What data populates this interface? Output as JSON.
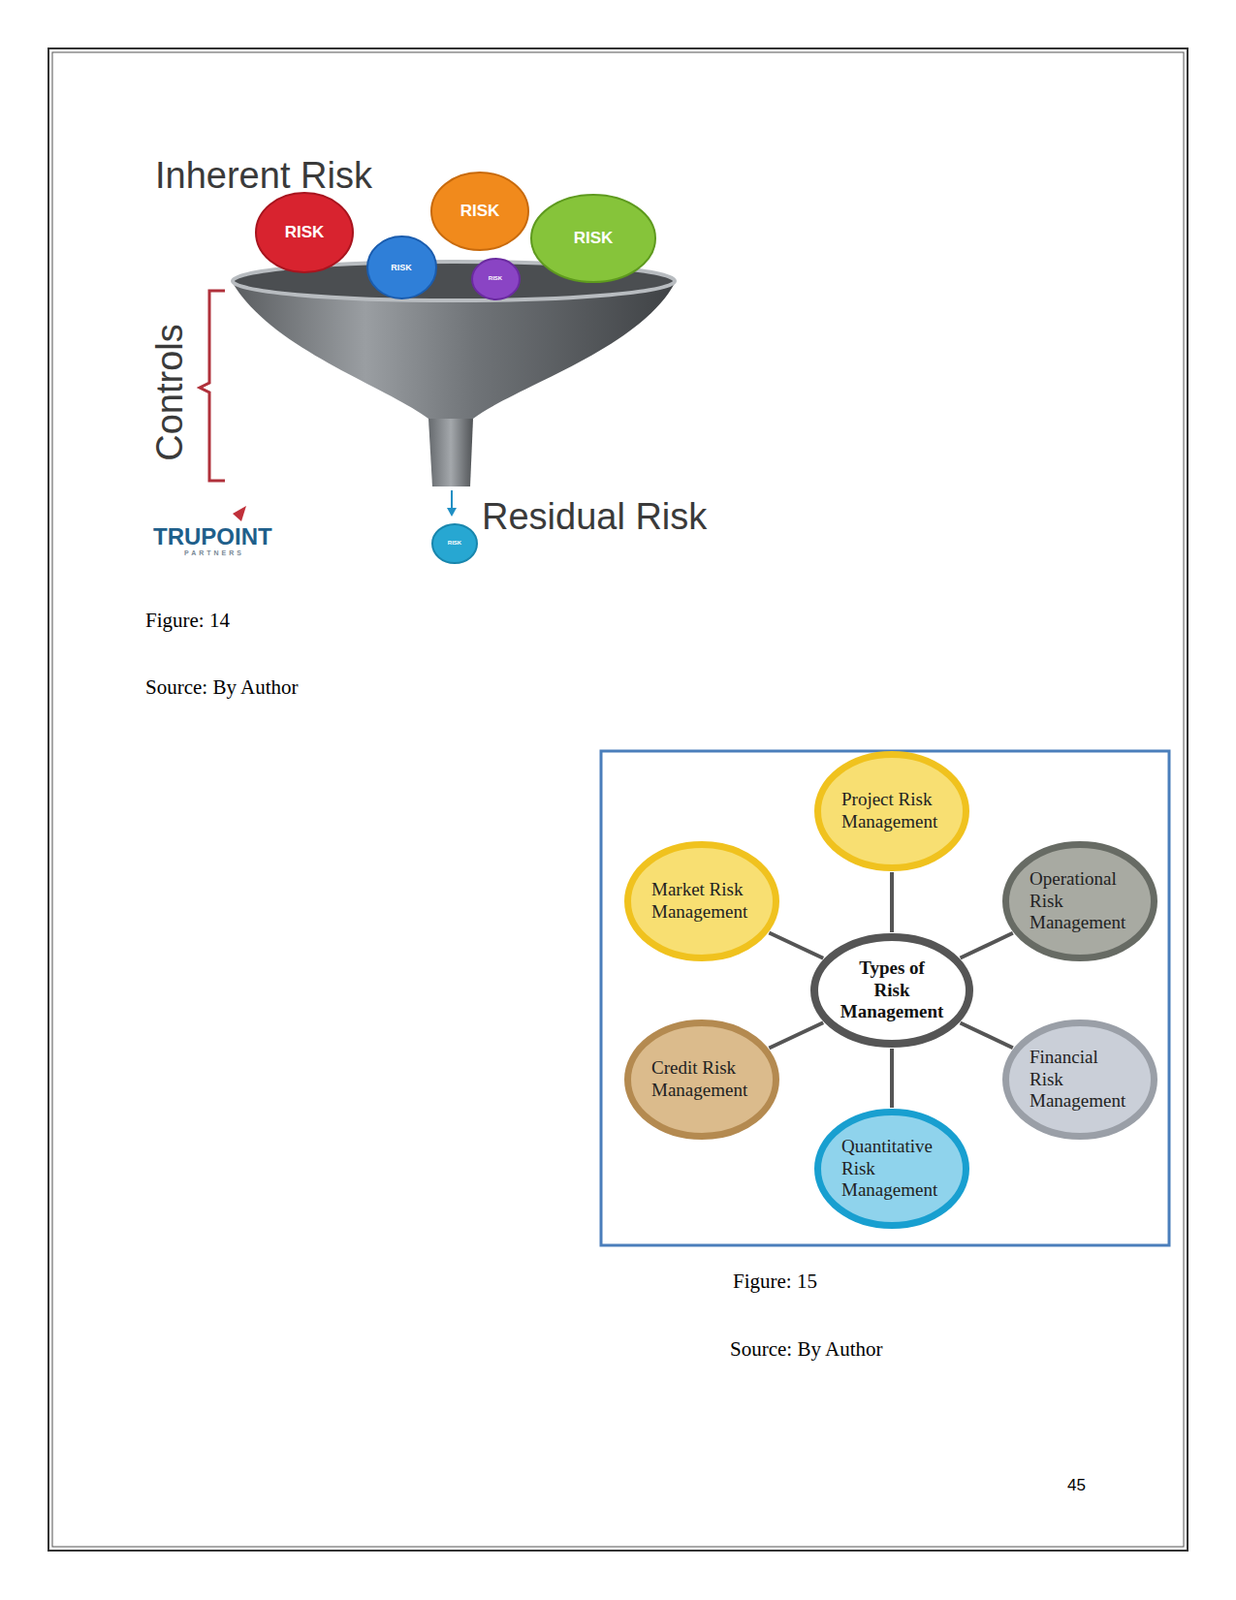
{
  "diagram": {
    "nodes": [
      {
        "text": [
          "RISK"
        ]
      },
      {
        "text": [
          "RISK"
        ]
      },
      {
        "text": [
          "RISK"
        ]
      },
      {
        "text": [
          "RISK"
        ]
      },
      {
        "text": [
          "RISK"
        ]
      },
      {
        "text": [
          "RISK"
        ]
      },
      {
        "text": [
          "Project Risk Management"
        ]
      },
      {
        "text": [
          "Market Risk Management"
        ]
      },
      {
        "text": [
          "Operational Risk Management"
        ]
      },
      {
        "text": [
          "Types of Risk Management"
        ]
      },
      {
        "text": [
          "Credit Risk Management"
        ]
      },
      {
        "text": [
          "Financial Risk Management"
        ]
      },
      {
        "text": [
          "Quantitative Risk Management"
        ]
      }
    ],
    "edges": [
      {
        "from": 9,
        "to": 6,
        "arrow": "none"
      },
      {
        "from": 9,
        "to": 7,
        "arrow": "none"
      },
      {
        "from": 9,
        "to": 8,
        "arrow": "none"
      },
      {
        "from": 9,
        "to": 10,
        "arrow": "none"
      },
      {
        "from": 9,
        "to": 11,
        "arrow": "none"
      },
      {
        "from": 9,
        "to": 12,
        "arrow": "none"
      }
    ],
    "labels": [
      "Inherent Risk",
      "Controls",
      "Residual Risk",
      "TRUPOINT",
      "PARTNERS",
      "Figure: 14",
      "Source: By Author",
      "Figure: 15",
      "Source: By Author",
      "45"
    ]
  }
}
